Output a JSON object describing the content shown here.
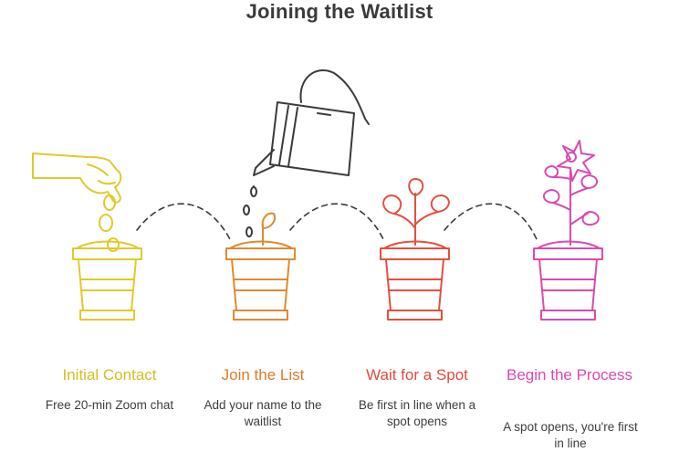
{
  "title": "Joining the Waitlist",
  "colors": {
    "yellow": "#e2c92a",
    "orange": "#e08a2f",
    "red": "#e2503f",
    "magenta": "#d94bb0",
    "ink": "#3a3a3a"
  },
  "steps": [
    {
      "title": "Initial Contact",
      "description": "Free 20-min Zoom chat",
      "color": "#d6be1e",
      "icon": "hand-dropping-seeds-icon"
    },
    {
      "title": "Join the List",
      "description": "Add your name to the waitlist",
      "color": "#e07a28",
      "icon": "watering-can-sprout-icon"
    },
    {
      "title": "Wait for a Spot",
      "description": "Be first in line when a spot opens",
      "color": "#e24a3e",
      "icon": "growing-plant-icon"
    },
    {
      "title": "Begin the Process",
      "description": "A spot opens, you're first in line",
      "color": "#dc48ad",
      "icon": "flowering-plant-icon"
    }
  ]
}
